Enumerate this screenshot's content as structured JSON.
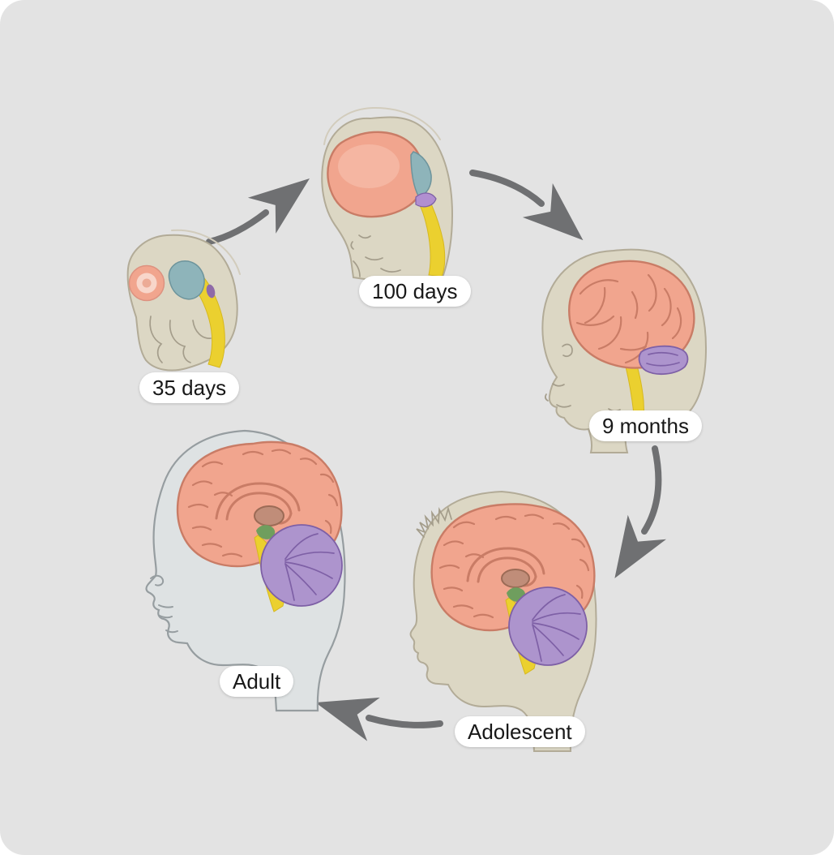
{
  "diagram": {
    "stages": [
      {
        "id": "35-days",
        "label": "35 days"
      },
      {
        "id": "100-days",
        "label": "100 days"
      },
      {
        "id": "9-months",
        "label": "9 months"
      },
      {
        "id": "adolescent",
        "label": "Adolescent"
      },
      {
        "id": "adult",
        "label": "Adult"
      }
    ],
    "flow": [
      "35 days",
      "100 days",
      "9 months",
      "Adolescent",
      "Adult"
    ]
  },
  "palette": {
    "canvas-bg": "#e3e3e3",
    "arrow": "#6f7072",
    "skin-beige": "#dcd7c4",
    "skin-beige-line": "#b2ab97",
    "skin-adult": "#dee2e3",
    "skin-adult-line": "#969da0",
    "brain-pink": "#f1a58e",
    "brain-pink-line": "#c97c66",
    "brain-pink-light": "#f7c4b2",
    "forebrain-ring": "#f8d6ca",
    "teal": "#8eb4ba",
    "teal-line": "#6d949c",
    "purple": "#ad94cd",
    "purple-line": "#7e60a6",
    "yellow": "#ebd02f",
    "yellow-line": "#d6b81e",
    "green": "#6f9e5e",
    "thalamus": "#c08d79",
    "thalamus-line": "#9c6b56",
    "label-bg": "#ffffff",
    "label-text": "#181818"
  }
}
